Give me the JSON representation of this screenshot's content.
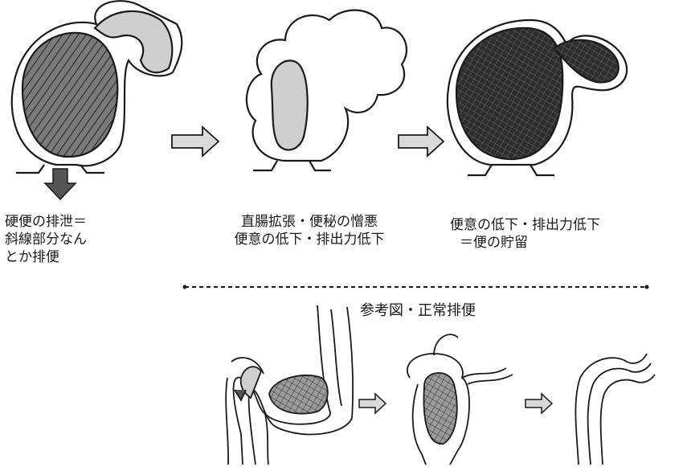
{
  "captions": {
    "stage1": [
      "硬便の排泄＝",
      "斜線部分なん",
      "とか排便"
    ],
    "stage2": [
      "直腸拡張・便秘の憎悪",
      "便意の低下・排出力低下"
    ],
    "stage3": [
      "便意の低下・排出力低下",
      "＝便の貯留"
    ]
  },
  "reference": {
    "title": "参考図・正常排便"
  },
  "colors": {
    "stroke": "#1a1a1a",
    "stool_light": "#cfcfcf",
    "stool_dark": "#3a3a3a",
    "arrow_fill": "#d9d9d9",
    "arrow_down": "#555555"
  }
}
